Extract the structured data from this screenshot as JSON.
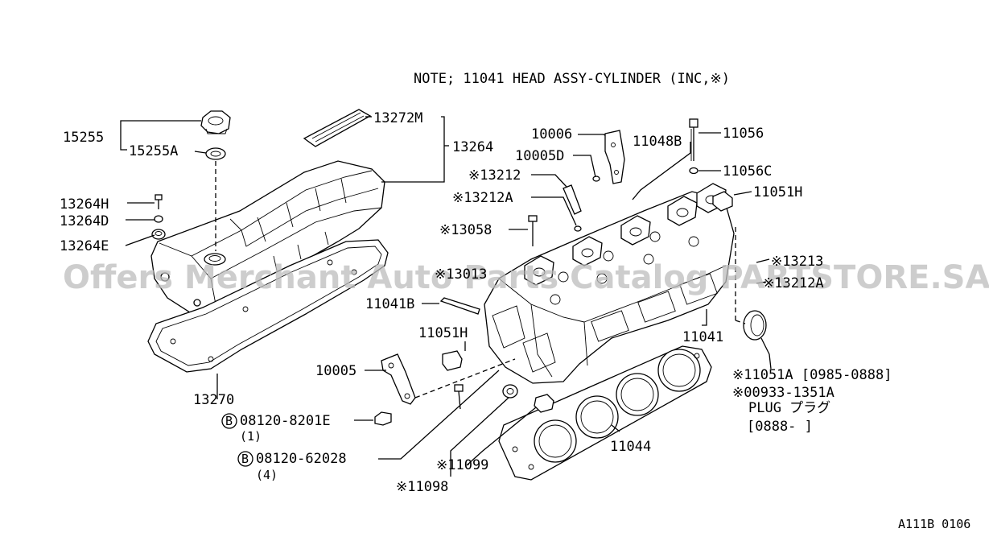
{
  "note": "NOTE; 11041 HEAD ASSY-CYLINDER (INC,※)",
  "watermark": "Offers Merchant Auto Parts Catalog PARTSTORE.SA",
  "diagram_code": "A111B 0106",
  "labels": {
    "p15255": "15255",
    "p15255A": "15255A",
    "p13272M": "13272M",
    "p13264": "13264",
    "p13264H": "13264H",
    "p13264D": "13264D",
    "p13264E": "13264E",
    "p10006": "10006",
    "p10005D": "10005D",
    "p13212": "※13212",
    "p13212A": "※13212A",
    "p13058": "※13058",
    "p13013": "※13013",
    "p11048B": "11048B",
    "p11056": "11056",
    "p11056C": "11056C",
    "p11051H_top": "11051H",
    "p13213_right": "※13213",
    "p13212A_right": "※13212A",
    "p11041B": "11041B",
    "p11051H_mid": "11051H",
    "p11041": "11041",
    "p10005": "10005",
    "p13270": "13270",
    "p08120_8201E": "08120-8201E",
    "qty1": "(1)",
    "p08120_62028": "08120-62028",
    "qty4": "(4)",
    "p11099": "※11099",
    "p11098": "※11098",
    "p11044": "11044",
    "p11051A": "※11051A [0985-0888]",
    "p00933": "※00933-1351A",
    "plug": "PLUG プラグ",
    "plug_range": "[0888-   ]"
  },
  "bolt_marker": "B"
}
